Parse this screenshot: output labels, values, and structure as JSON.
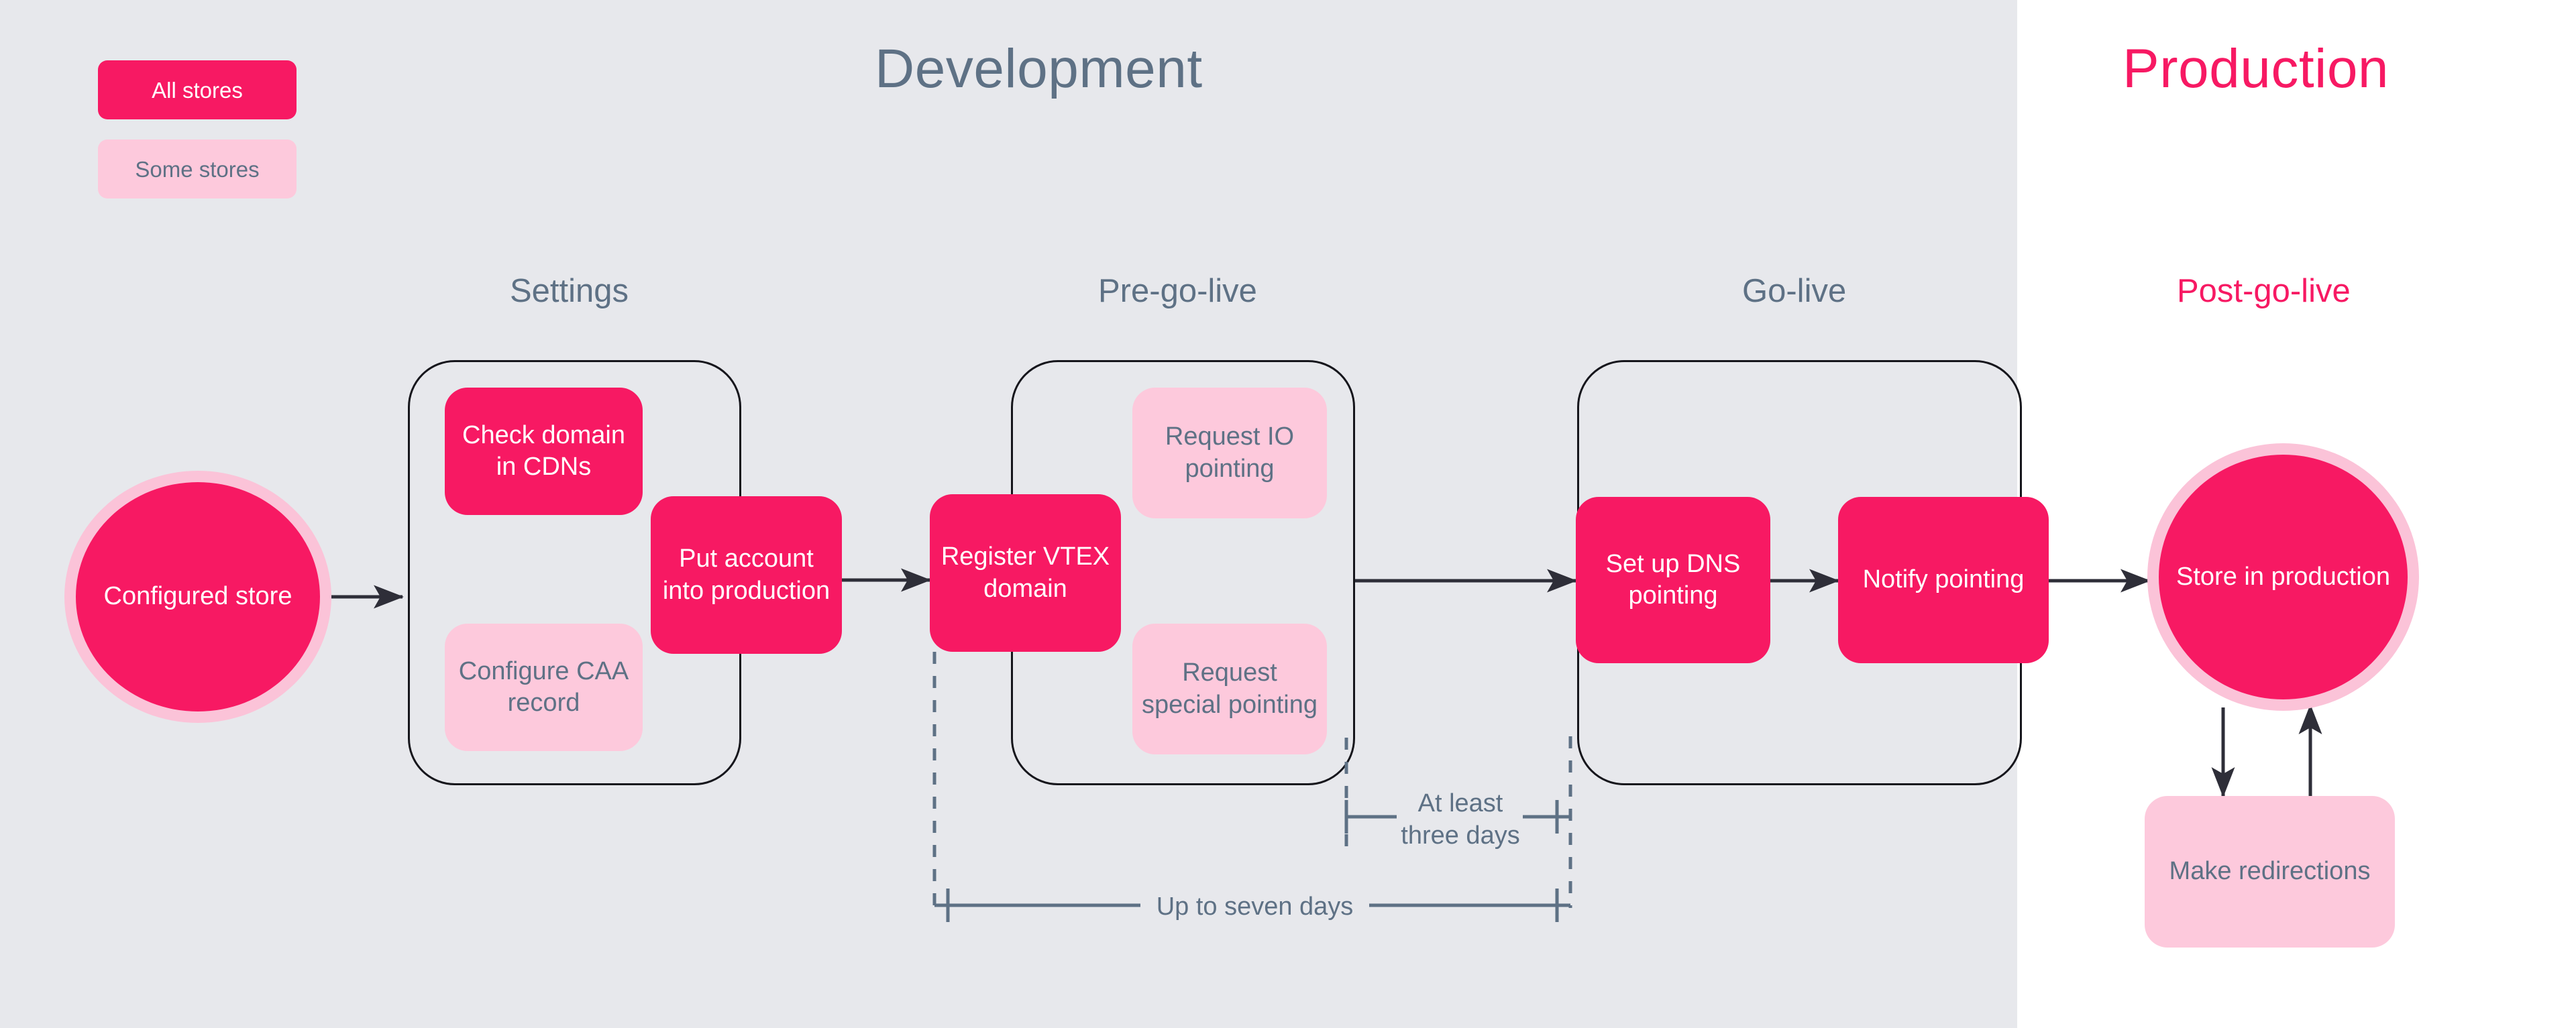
{
  "sections": {
    "development": {
      "title": "Development"
    },
    "production": {
      "title": "Production"
    }
  },
  "legend": {
    "all_stores": "All stores",
    "some_stores": "Some stores"
  },
  "stages": [
    {
      "id": "settings",
      "label": "Settings"
    },
    {
      "id": "pre-go-live",
      "label": "Pre-go-live"
    },
    {
      "id": "go-live",
      "label": "Go-live"
    },
    {
      "id": "post-go-live",
      "label": "Post-go-live"
    }
  ],
  "terminals": {
    "start": "Configured store",
    "end": "Store in production"
  },
  "tasks": {
    "check_domain": "Check domain in CDNs",
    "configure_caa": "Configure CAA record",
    "put_account": "Put account into production",
    "register_domain": "Register VTEX domain",
    "request_io": "Request IO pointing",
    "request_special": "Request special pointing",
    "setup_dns": "Set up DNS pointing",
    "notify_pointing": "Notify pointing",
    "make_redirections": "Make redirections"
  },
  "durations": {
    "three_days": "At least\nthree days",
    "seven_days": "Up to seven days"
  },
  "colors": {
    "accent_pink": "#F71963",
    "light_pink": "#FDC9DC",
    "slate": "#5E7185",
    "dev_background": "#E7E8EC",
    "prod_background": "#FFFFFF",
    "outline": "#16161C",
    "connector": "#2E2E38"
  }
}
